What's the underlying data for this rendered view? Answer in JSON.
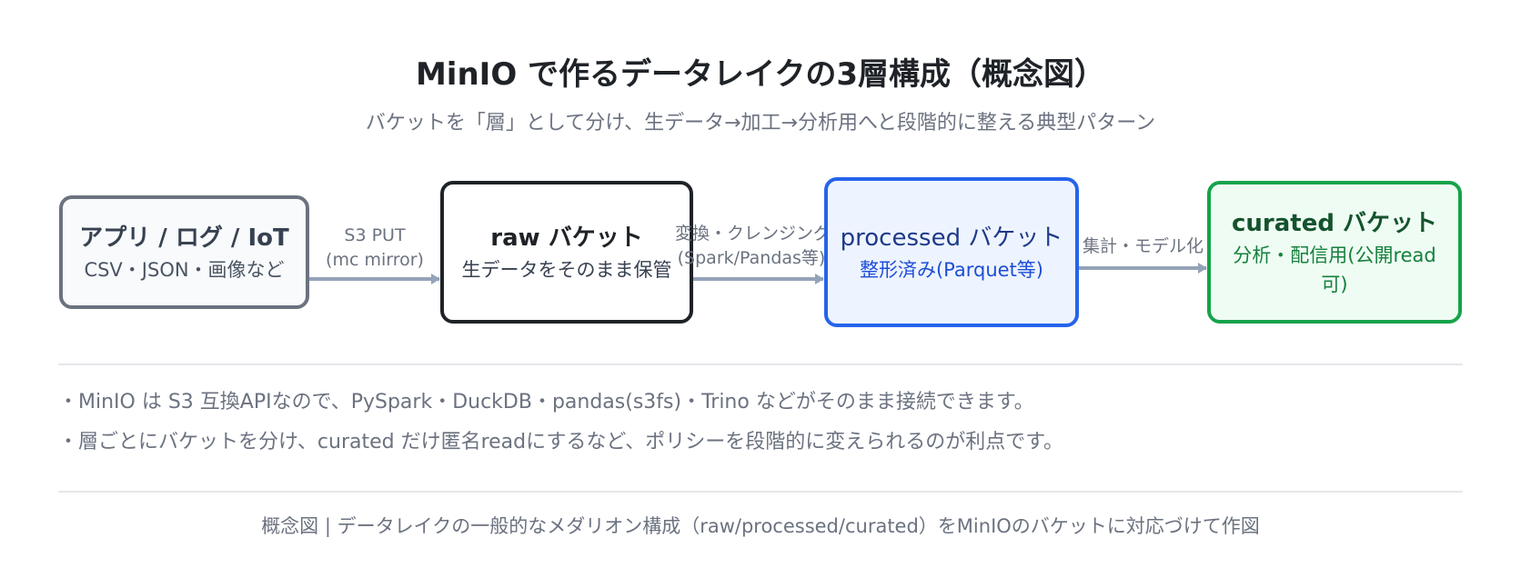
{
  "title": "MinIO で作るデータレイクの3層構成（概念図）",
  "subtitle": "バケットを「層」として分け、生データ→加工→分析用へと段階的に整える典型パターン",
  "nodes": {
    "source": {
      "title": "アプリ / ログ / IoT",
      "sub": "CSV・JSON・画像など"
    },
    "raw": {
      "title": "raw バケット",
      "sub": "生データをそのまま保管"
    },
    "processed": {
      "title": "processed バケット",
      "sub": "整形済み(Parquet等)"
    },
    "curated": {
      "title": "curated バケット",
      "sub": "分析・配信用(公開read可)"
    }
  },
  "edges": {
    "e1": {
      "line1": "S3 PUT",
      "line2": "(mc mirror)"
    },
    "e2": {
      "line1": "変換・クレンジング",
      "line2": "(Spark/Pandas等)"
    },
    "e3": {
      "line1": "集計・モデル化"
    }
  },
  "notes": [
    "・MinIO は S3 互換APIなので、PySpark・DuckDB・pandas(s3fs)・Trino などがそのまま接続できます。",
    "・層ごとにバケットを分け、curated だけ匿名readにするなど、ポリシーを段階的に変えられるのが利点です。"
  ],
  "footer": "概念図 | データレイクの一般的なメダリオン構成（raw/processed/curated）をMinIOのバケットに対応づけて作図",
  "colors": {
    "arrow": "#94a3b8",
    "source_border": "#6b7280",
    "raw_border": "#1f2328",
    "processed_border": "#2563eb",
    "curated_border": "#16a34a"
  }
}
